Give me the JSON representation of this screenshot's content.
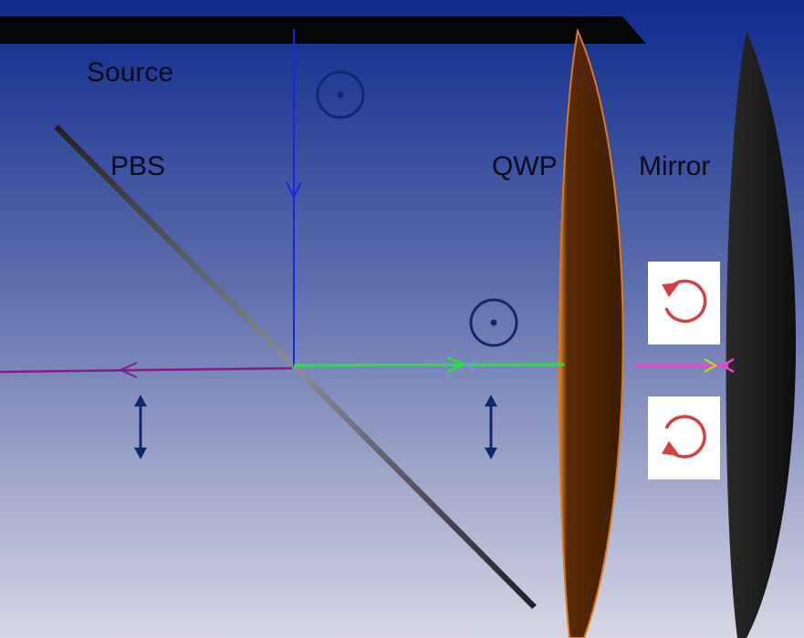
{
  "labels": {
    "source": "Source",
    "pbs": "PBS",
    "qwp": "QWP",
    "mirror": "Mirror"
  },
  "colors": {
    "background_top": "#0e2a8c",
    "background_bottom": "#d4d4e2",
    "incoming_beam": "#1428e6",
    "transmitted_beam": "#22e63a",
    "qwp_to_mirror_beam": "#ff3cd2",
    "return_beam": "#8a1a8c",
    "polarization_symbol": "#0d2a6e",
    "qwp_fill": "#452004",
    "qwp_edge": "#d87a22",
    "mirror_fill": "#141414",
    "circular_arrow": "#d64040",
    "source_bar": "#050505"
  },
  "icons": {
    "out_of_plane_polarization": "circle-dot-icon",
    "in_plane_polarization": "double-arrow-icon",
    "circular_polarization": "circular-arrow-icon"
  }
}
